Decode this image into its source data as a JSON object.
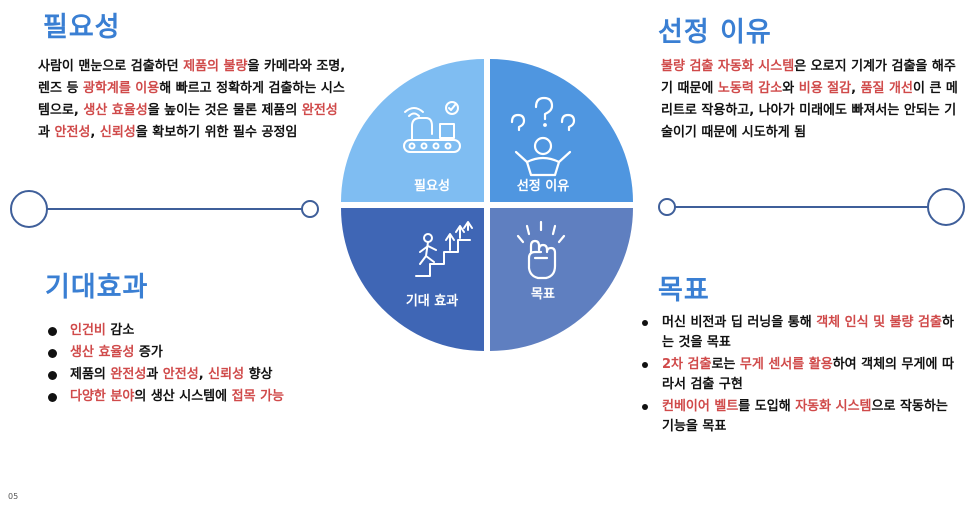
{
  "need": {
    "title": "필요성",
    "text": [
      {
        "t": "사람이 맨눈으로 검출하던 ",
        "h": false
      },
      {
        "t": "제품의 불량",
        "h": true
      },
      {
        "t": "을 카메라와 조명, 렌즈 등 ",
        "h": false
      },
      {
        "t": "광학계를 이용",
        "h": true
      },
      {
        "t": "해 빠르고 정확하게 검출하는 시스템으로, ",
        "h": false
      },
      {
        "t": "생산 효율성",
        "h": true
      },
      {
        "t": "을 높이는 것은 물론 제품의 ",
        "h": false
      },
      {
        "t": "완전성",
        "h": true
      },
      {
        "t": "과 ",
        "h": false
      },
      {
        "t": "안전성",
        "h": true
      },
      {
        "t": ", ",
        "h": false
      },
      {
        "t": "신뢰성",
        "h": true
      },
      {
        "t": "을 확보하기 위한 필수 공정임",
        "h": false
      }
    ]
  },
  "reason": {
    "title": "선정 이유",
    "text": [
      {
        "t": "불량 검출 자동화 시스템",
        "h": true
      },
      {
        "t": "은 오로지 기계가 검출을 해주기 때문에 ",
        "h": false
      },
      {
        "t": "노동력 감소",
        "h": true
      },
      {
        "t": "와 ",
        "h": false
      },
      {
        "t": "비용 절감",
        "h": true
      },
      {
        "t": ", ",
        "h": false
      },
      {
        "t": "품질 개선",
        "h": true
      },
      {
        "t": "이 큰 메리트로 작용하고, 나아가 미래에도 빠져서는 안되는 기술이기 때문에 시도하게 됨",
        "h": false
      }
    ]
  },
  "effect": {
    "title": "기대효과",
    "items": [
      [
        {
          "t": "인건비",
          "h": true
        },
        {
          "t": " 감소",
          "h": false
        }
      ],
      [
        {
          "t": "생산 효율성",
          "h": true
        },
        {
          "t": " 증가",
          "h": false
        }
      ],
      [
        {
          "t": "제품의 ",
          "h": false
        },
        {
          "t": "완전성",
          "h": true
        },
        {
          "t": "과 ",
          "h": false
        },
        {
          "t": "안전성",
          "h": true
        },
        {
          "t": ", ",
          "h": false
        },
        {
          "t": "신뢰성",
          "h": true
        },
        {
          "t": " 향상",
          "h": false
        }
      ],
      [
        {
          "t": "다양한 분야",
          "h": true
        },
        {
          "t": "의 생산 시스템에 ",
          "h": false
        },
        {
          "t": "접목 가능",
          "h": true
        }
      ]
    ]
  },
  "goal": {
    "title": "목표",
    "items": [
      [
        {
          "t": "머신 비전과 딥 러닝을 통해 ",
          "h": false
        },
        {
          "t": "객체 인식 및 불량 검출",
          "h": true
        },
        {
          "t": "하는 것을 목표",
          "h": false
        }
      ],
      [
        {
          "t": "2차 검출",
          "h": true
        },
        {
          "t": "로는 ",
          "h": false
        },
        {
          "t": "무게 센서를 활용",
          "h": true
        },
        {
          "t": "하여 객체의 무게에 따라서 검출 구현",
          "h": false
        }
      ],
      [
        {
          "t": "컨베이어 벨트",
          "h": true
        },
        {
          "t": "를 도입해 ",
          "h": false
        },
        {
          "t": "자동화 시스템",
          "h": true
        },
        {
          "t": "으로 작동하는 기능을 목표",
          "h": false
        }
      ]
    ]
  },
  "quadrants": {
    "q1": "필요성",
    "q2": "선정 이유",
    "q3": "기대 효과",
    "q4": "목표"
  },
  "colors": {
    "q1": "#7fbdf2",
    "q2": "#4f96e0",
    "q3": "#3f66b5",
    "q4": "#5f7fc0",
    "title": "#3a7fd3",
    "highlight": "#d04a4a",
    "connector": "#3f5f9a"
  },
  "page_number": "05"
}
